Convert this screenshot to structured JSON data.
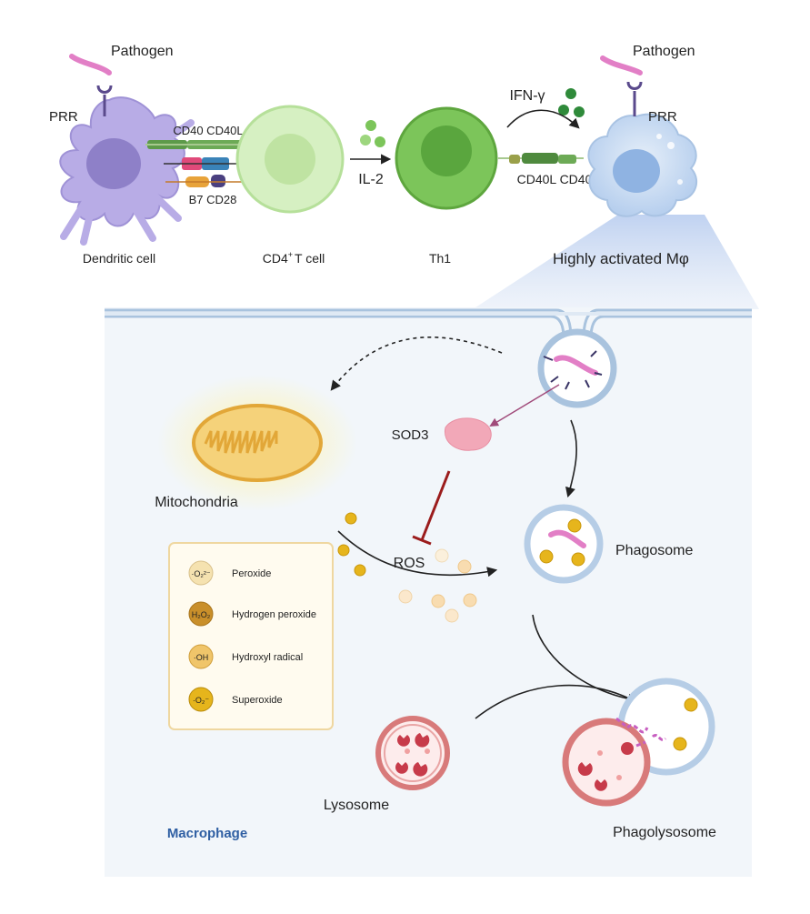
{
  "top": {
    "pathogen_left": "Pathogen",
    "prr_left": "PRR",
    "cd40_cd40l": "CD40 CD40L",
    "b7_cd28": "B7 CD28",
    "dendritic_cell": "Dendritic cell",
    "cd4_prefix": "CD4",
    "cd4_sup": "+",
    "cd4_suffix": "T cell",
    "il2": "IL-2",
    "th1": "Th1",
    "ifn_gamma": "IFN-γ",
    "cd40l_cd40": "CD40L CD40",
    "pathogen_right": "Pathogen",
    "prr_right": "PRR",
    "highly_activated": "Highly activated Mφ"
  },
  "inner": {
    "sod3": "SOD3",
    "mitochondria": "Mitochondria",
    "ros": "ROS",
    "phagosome": "Phagosome",
    "lysosome": "Lysosome",
    "phagolysosome": "Phagolysosome",
    "macrophage": "Macrophage"
  },
  "legend": [
    {
      "label": "Peroxide",
      "color": "#f5e2b0"
    },
    {
      "label": "Hydrogen peroxide",
      "color": "#c98f2a"
    },
    {
      "label": "Hydroxyl radical",
      "color": "#f0c56a"
    },
    {
      "label": "Superoxide",
      "color": "#e6b51c"
    }
  ],
  "colors": {
    "dendritic": "#b8ace6",
    "tcell": "#d6f0c2",
    "th1": "#7cc55a",
    "macrophage": "#c9dcf2",
    "panel": "#f2f6fa",
    "title_blue": "#2f5fa3",
    "inhibit_red": "#9b1c1c"
  }
}
